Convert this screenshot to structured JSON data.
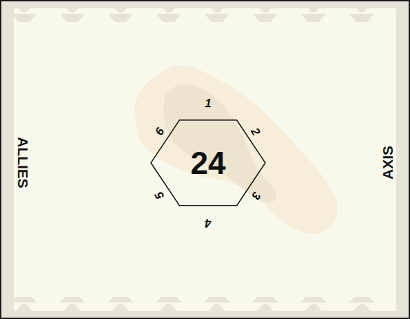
{
  "diagram": {
    "nodes": [
      {
        "text": [
          "24"
        ]
      }
    ],
    "labels": [
      "1",
      "2",
      "3",
      "4",
      "5",
      "6",
      "ALLIES",
      "AXIS"
    ]
  }
}
